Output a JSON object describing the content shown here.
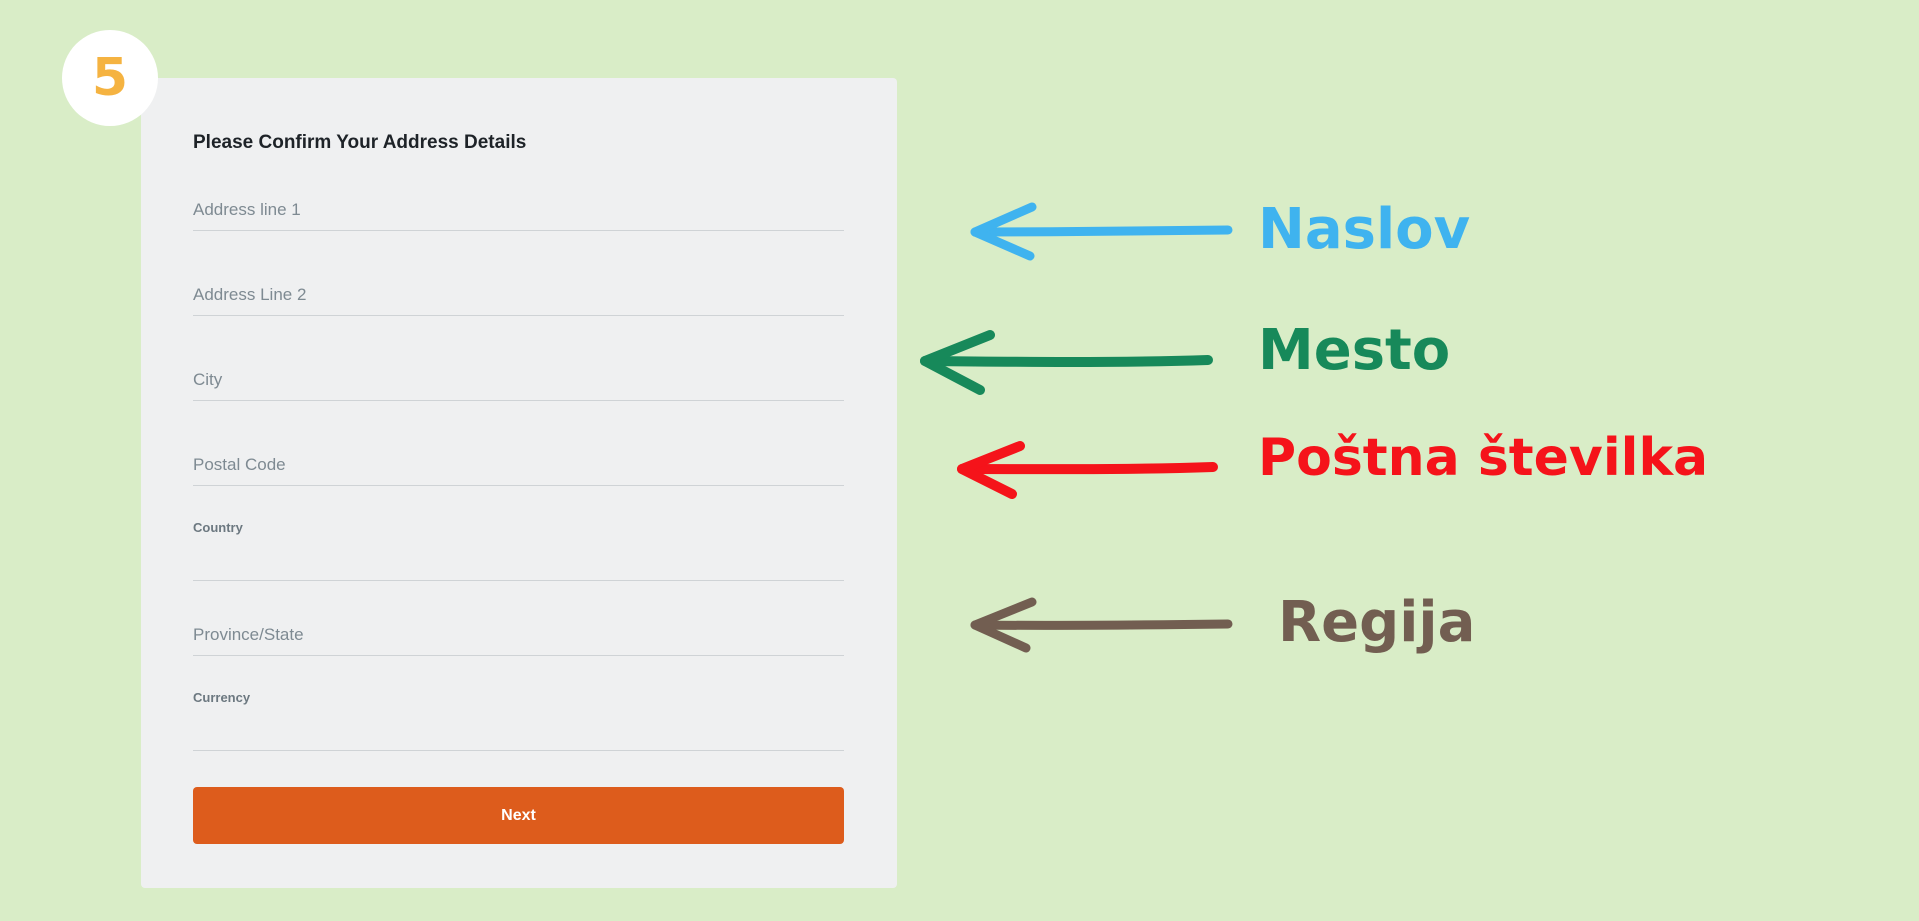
{
  "step": {
    "number": "5",
    "color": "#f5b341"
  },
  "form": {
    "title": "Please Confirm Your Address Details",
    "fields": {
      "address1": {
        "placeholder": "Address line 1",
        "value": ""
      },
      "address2": {
        "placeholder": "Address Line 2",
        "value": ""
      },
      "city": {
        "placeholder": "City",
        "value": ""
      },
      "postal": {
        "placeholder": "Postal Code",
        "value": ""
      },
      "country": {
        "label": "Country",
        "value": ""
      },
      "province": {
        "placeholder": "Province/State",
        "value": ""
      },
      "currency": {
        "label": "Currency",
        "value": ""
      }
    },
    "next_label": "Next",
    "button_color": "#dd5c1c"
  },
  "annotations": [
    {
      "label": "Naslov",
      "color": "#3fb3ef",
      "target": "address-line-1"
    },
    {
      "label": "Mesto",
      "color": "#17895a",
      "target": "city"
    },
    {
      "label": "Poštna številka",
      "color": "#f5131a",
      "target": "postal-code"
    },
    {
      "label": "Regija",
      "color": "#725e51",
      "target": "province-state"
    }
  ],
  "icons": {
    "arrow": "left-arrow-icon"
  }
}
